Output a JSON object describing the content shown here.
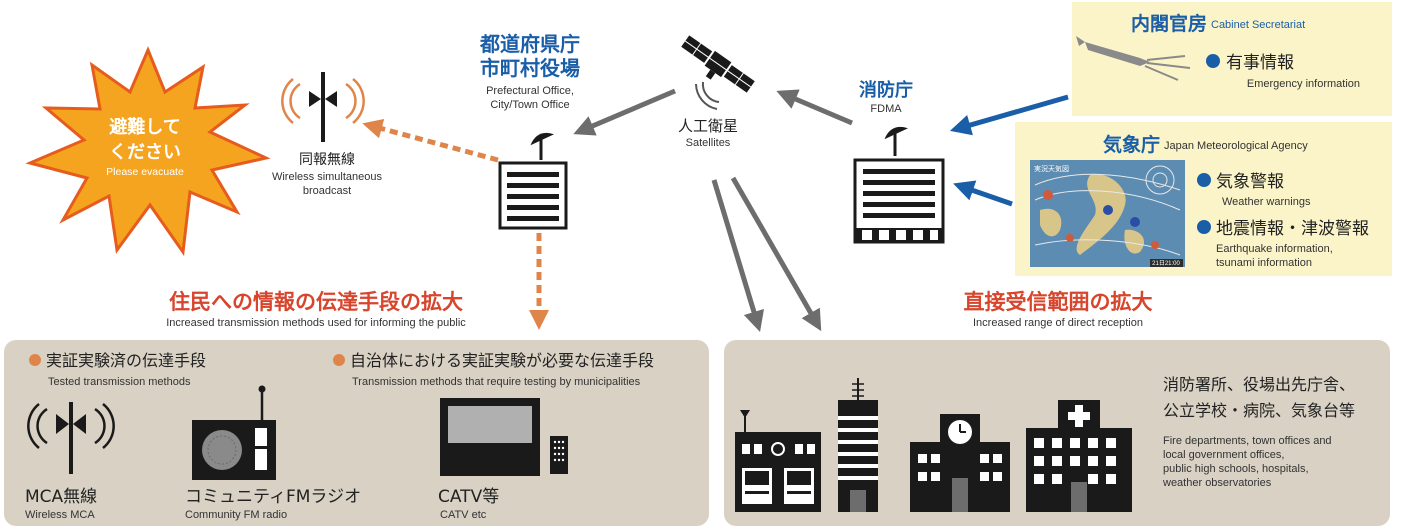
{
  "colors": {
    "blue": "#1b5ea8",
    "red": "#d7452d",
    "orange": "#e0854a",
    "gray_arrow": "#6d6d6d",
    "panel": "#d8d1c4",
    "yellow_panel": "#fbf4c8",
    "burst": "#f5a41f"
  },
  "evacuate": {
    "jp1": "避難して",
    "jp2": "ください",
    "en": "Please evacuate"
  },
  "tower": {
    "jp": "同報無線",
    "en1": "Wireless simultaneous",
    "en2": "broadcast"
  },
  "prefecture": {
    "jp1": "都道府県庁",
    "jp2": "市町村役場",
    "en1": "Prefectural Office,",
    "en2": "City/Town Office"
  },
  "satellite": {
    "jp": "人工衛星",
    "en": "Satellites"
  },
  "fdma": {
    "jp": "消防庁",
    "en": "FDMA"
  },
  "cabinet": {
    "jp": "内閣官房",
    "en": "Cabinet Secretariat",
    "item_jp": "有事情報",
    "item_en": "Emergency information"
  },
  "jma": {
    "jp": "気象庁",
    "en": "Japan Meteorological Agency",
    "item1_jp": "気象警報",
    "item1_en": "Weather warnings",
    "item2_jp": "地震情報・津波警報",
    "item2_en1": "Earthquake information,",
    "item2_en2": "tsunami information",
    "map_title": "実況天気図",
    "map_stamp": "21日21:00"
  },
  "left_heading": {
    "jp": "住民への情報の伝達手段の拡大",
    "en": "Increased transmission methods used for informing the public"
  },
  "right_heading": {
    "jp": "直接受信範囲の拡大",
    "en": "Increased range of direct reception"
  },
  "left_panel": {
    "tested_jp": "実証実験済の伝達手段",
    "tested_en": "Tested transmission methods",
    "req_jp": "自治体における実証実験が必要な伝達手段",
    "req_en": "Transmission methods that require testing by municipalities",
    "mca_jp": "MCA無線",
    "mca_en": "Wireless MCA",
    "fm_jp": "コミュニティFMラジオ",
    "fm_en": "Community FM radio",
    "catv_jp": "CATV等",
    "catv_en": "CATV etc"
  },
  "right_panel": {
    "jp1": "消防署所、役場出先庁舎、",
    "jp2": "公立学校・病院、気象台等",
    "en1": "Fire departments, town offices and",
    "en2": "local government offices,",
    "en3": "public high schools, hospitals,",
    "en4": "weather observatories"
  }
}
